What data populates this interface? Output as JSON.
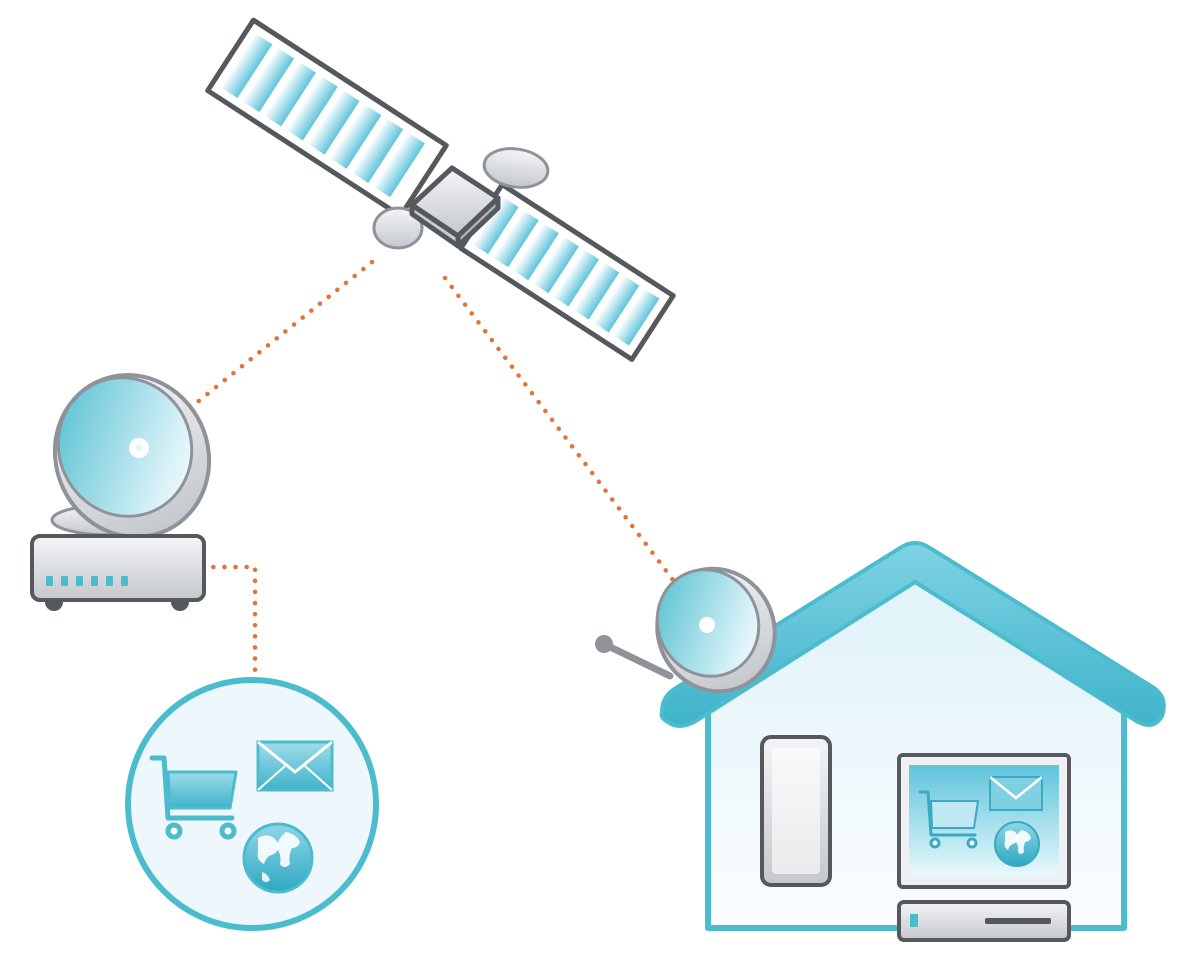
{
  "colors": {
    "background": "#ffffff",
    "outline_dark": "#55585c",
    "outline_light": "#8f9399",
    "metal_light": "#eef0f3",
    "metal_mid": "#c9ccd1",
    "panel_light": "#eaf8fc",
    "panel_dark": "#5fc4db",
    "accent_teal": "#4bbccd",
    "house_fill": "#f1fafd",
    "link_orange": "#e4733a"
  },
  "icons": {
    "satellite": "satellite-icon",
    "ground_dish": "satellite-dish-icon",
    "modem": "modem-icon",
    "services": [
      "shopping-cart-icon",
      "envelope-icon",
      "globe-icon"
    ],
    "house": "house-icon",
    "roof_dish": "satellite-dish-icon",
    "indoor_modem": "modem-icon",
    "computer": "computer-monitor-icon",
    "set_top_box": "set-top-box-icon"
  },
  "links": [
    {
      "from": "satellite",
      "to": "ground-dish",
      "style": "dotted"
    },
    {
      "from": "satellite",
      "to": "roof-dish",
      "style": "dotted"
    },
    {
      "from": "ground-modem",
      "to": "services-circle",
      "style": "dotted"
    },
    {
      "from": "roof-dish",
      "to": "indoor-modem",
      "style": "dotted"
    },
    {
      "from": "indoor-modem",
      "to": "computer",
      "style": "dotted"
    }
  ]
}
